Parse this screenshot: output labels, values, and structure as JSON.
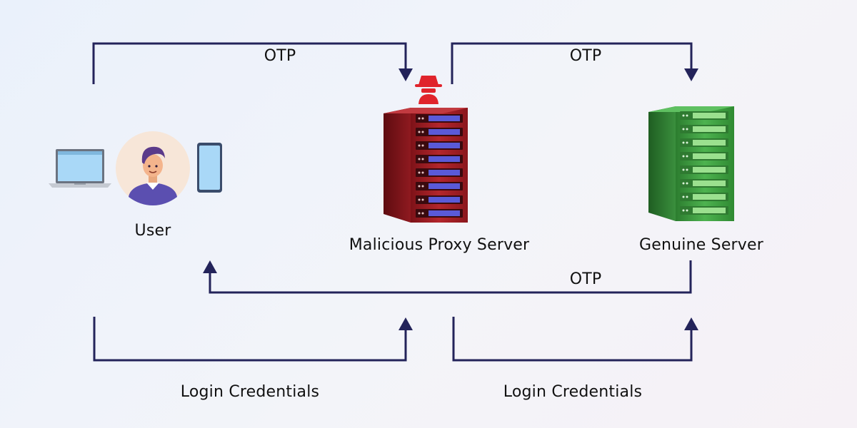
{
  "labels": {
    "otp_top_left": "OTP",
    "otp_top_right": "OTP",
    "otp_return": "OTP",
    "user": "User",
    "proxy": "Malicious Proxy Server",
    "genuine": "Genuine Server",
    "login_left": "Login Credentials",
    "login_right": "Login Credentials"
  },
  "icons": [
    "laptop-icon",
    "user-avatar-icon",
    "smartphone-icon",
    "hacker-icon",
    "malicious-server-icon",
    "genuine-server-icon"
  ],
  "colors": {
    "arrow": "#23235a",
    "malicious_server": "#a11f25",
    "genuine_server": "#3a9a3c",
    "hacker": "#e0242c",
    "avatar_bg": "#f7e6d8",
    "device_screen": "#a9d8f7"
  }
}
